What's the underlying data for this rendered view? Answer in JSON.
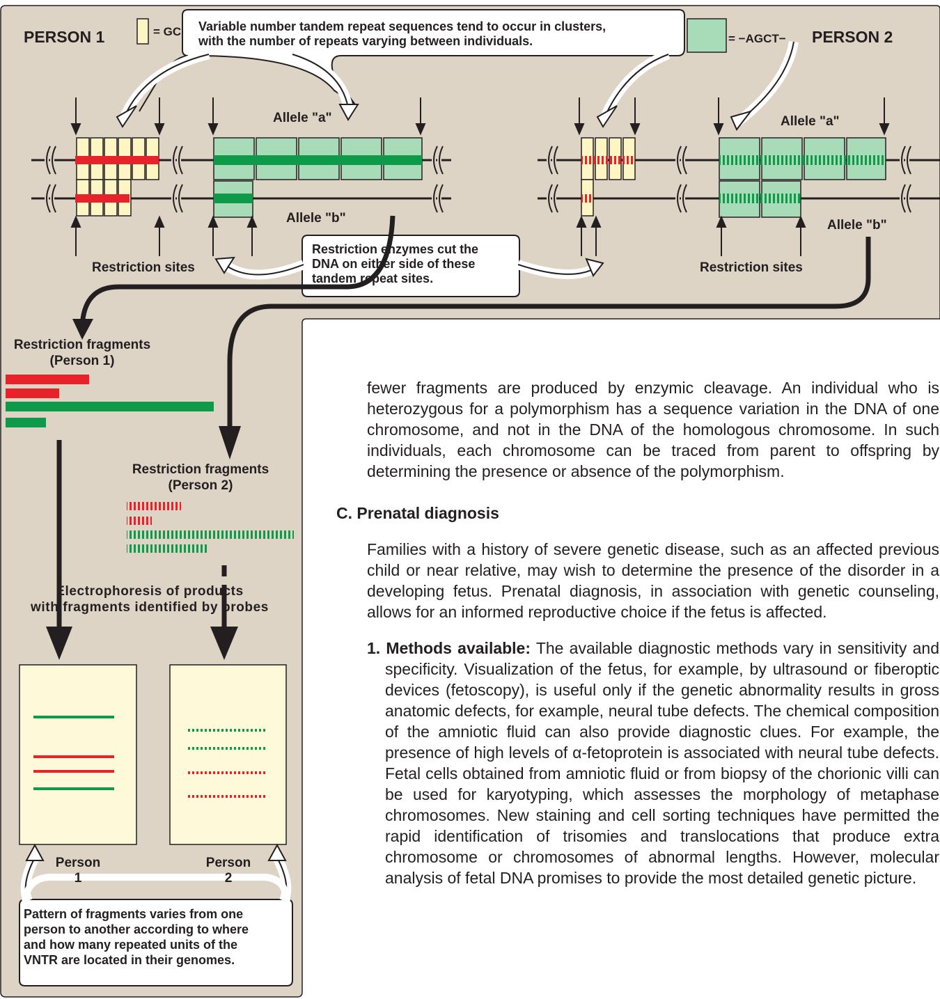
{
  "figure": {
    "person1_label": "PERSON 1",
    "person2_label": "PERSON 2",
    "gc_legend": "= GC",
    "agct_legend": "= −AGCT−",
    "callout_top": [
      "Variable number tandem repeat sequences tend to occur in clusters,",
      "with the number of repeats varying between individuals."
    ],
    "allele_a_p1": "Allele \"a\"",
    "allele_b_p1": "Allele \"b\"",
    "allele_a_p2": "Allele \"a\"",
    "allele_b_p2": "Allele \"b\"",
    "restriction_sites_p1": "Restriction sites",
    "restriction_sites_p2": "Restriction sites",
    "callout_mid": [
      "Restriction enzymes cut the",
      "DNA on either side of these",
      "tandem repeat sites."
    ],
    "fragments_p1": [
      "Restriction fragments",
      "(Person 1)"
    ],
    "fragments_p2": [
      "Restriction fragments",
      "(Person 2)"
    ],
    "electrophoresis": [
      "Electrophoresis of products",
      "with fragments identified by probes"
    ],
    "gel_p1_label": [
      "Person",
      "1"
    ],
    "gel_p2_label": [
      "Person",
      "2"
    ],
    "callout_bottom": [
      "Pattern of fragments varies from one",
      "person to another according to where",
      "and how many repeated units of the",
      "VNTR are located in their genomes."
    ],
    "colors": {
      "panel": "#ddd4c5",
      "gc_box": "#fdf6c4",
      "agct_box": "#a8dcb8",
      "red": "#e8222a",
      "green": "#0d9b4a",
      "dna": "#231f20",
      "gel": "#fdf9d9"
    }
  },
  "text": {
    "para1": "fewer fragments are produced by enzymic cleavage. An individual who is heterozygous for a polymorphism has a sequence variation in the DNA of one chromosome, and not in the DNA of the homologous chromosome. In such individuals, each chromosome can be traced from parent to offspring by determining the presence or absence of the polymorphism.",
    "heading": "C. Prenatal diagnosis",
    "para2": "Families with a history of severe genetic disease, such as an affected previous child or near relative, may wish to determine the presence of the disorder in a developing fetus. Prenatal diagnosis, in association with genetic counseling, allows for an informed reproductive choice if the fetus is affected.",
    "item1_title": "1. Methods available:",
    "item1_body": " The available diagnostic methods vary in sensitivity and specificity. Visualization of the fetus, for example, by ultrasound or fiberoptic devices (fetoscopy), is useful only if the genetic abnormality results in gross anatomic defects, for example, neural tube defects. The chemical composition of the amniotic fluid can also provide diagnostic clues. For example, the presence of high levels of α-fetoprotein is associated with neural tube defects. Fetal cells obtained from amniotic fluid or from biopsy of the chorionic villi can be used for karyotyping, which assesses the morphology of metaphase chromosomes. New staining and cell sorting techniques have permitted the rapid identification of trisomies and translocations that produce extra chromosome or chromosomes of abnormal lengths. However, molecular analysis of fetal DNA promises to provide the most detailed genetic picture."
  }
}
